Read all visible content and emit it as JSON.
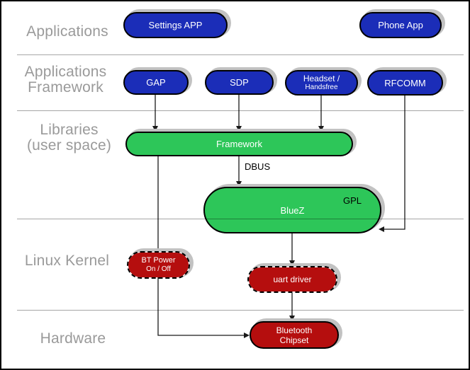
{
  "colors": {
    "application_blue": "#1b2db8",
    "userspace_green": "#2dc659",
    "kernel_red": "#b50e0e",
    "layer_label_gray": "#9a9a9a",
    "shadow_gray": "#c2c2c2"
  },
  "layer_labels": {
    "applications": "Applications",
    "applications_framework_line1": "Applications",
    "applications_framework_line2": "Framework",
    "libraries_line1": "Libraries",
    "libraries_line2": "(user space)",
    "linux_kernel": "Linux Kernel",
    "hardware": "Hardware"
  },
  "nodes": {
    "settings_app": {
      "label": "Settings APP"
    },
    "phone_app": {
      "label": "Phone App"
    },
    "gap": {
      "label": "GAP"
    },
    "sdp": {
      "label": "SDP"
    },
    "headset": {
      "line1": "Headset /",
      "line2": "Handsfree"
    },
    "rfcomm": {
      "label": "RFCOMM"
    },
    "framework": {
      "label": "Framework"
    },
    "bluez": {
      "label": "BlueZ",
      "license": "GPL"
    },
    "bt_power": {
      "line1": "BT Power",
      "line2": "On / Off"
    },
    "uart_driver": {
      "label": "uart driver"
    },
    "bluetooth_chipset": {
      "line1": "Bluetooth",
      "line2": "Chipset"
    }
  },
  "edge_labels": {
    "dbus": "DBUS"
  }
}
